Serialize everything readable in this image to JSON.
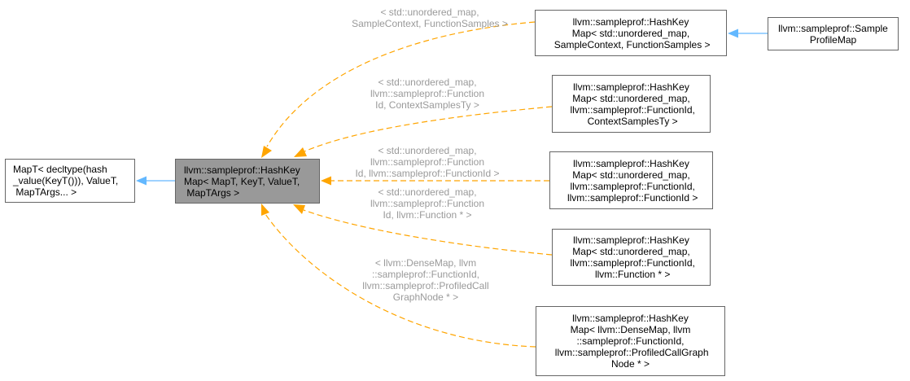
{
  "nodes": {
    "base": "MapT< decltype(hash\n_value(KeyT())), ValueT,\n MapTArgs... >",
    "focus": "llvm::sampleprof::HashKey\nMap< MapT, KeyT, ValueT,\n MapTArgs >",
    "d1": "llvm::sampleprof::HashKey\nMap< std::unordered_map,\n SampleContext, FunctionSamples >",
    "d1child": "llvm::sampleprof::Sample\nProfileMap",
    "d2": "llvm::sampleprof::HashKey\nMap< std::unordered_map,\n llvm::sampleprof::FunctionId,\n ContextSamplesTy >",
    "d3": "llvm::sampleprof::HashKey\nMap< std::unordered_map,\n llvm::sampleprof::FunctionId,\n llvm::sampleprof::FunctionId >",
    "d4": "llvm::sampleprof::HashKey\nMap< std::unordered_map,\n llvm::sampleprof::FunctionId,\n llvm::Function * >",
    "d5": "llvm::sampleprof::HashKey\nMap< llvm::DenseMap, llvm\n::sampleprof::FunctionId,\n llvm::sampleprof::ProfiledCallGraph\nNode * >"
  },
  "edge_labels": {
    "l1": "< std::unordered_map,\nSampleContext, FunctionSamples >",
    "l2": "< std::unordered_map,\nllvm::sampleprof::Function\nId, ContextSamplesTy >",
    "l3": "< std::unordered_map,\nllvm::sampleprof::Function\nId, llvm::sampleprof::FunctionId >",
    "l4": "< std::unordered_map,\nllvm::sampleprof::Function\nId, llvm::Function * >",
    "l5": "< llvm::DenseMap, llvm\n::sampleprof::FunctionId,\nllvm::sampleprof::ProfiledCall\nGraphNode * >"
  },
  "colors": {
    "inheritance_edge": "#63b8ff",
    "template_edge": "#ffa500",
    "focus_fill": "#999999",
    "label_text": "#9a9a9a"
  }
}
